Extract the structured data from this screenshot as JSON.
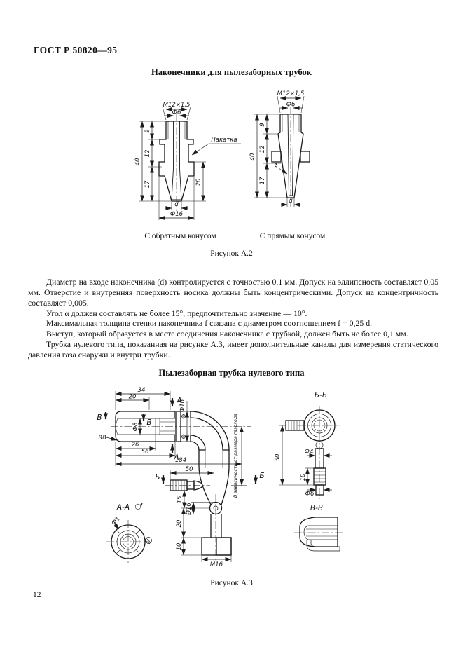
{
  "page": {
    "header": "ГОСТ Р 50820—95",
    "page_number": "12"
  },
  "figure_a2": {
    "title": "Наконечники для пылезаборных трубок",
    "figure_label": "Рисунок А.2",
    "caption_left": "С обратным конусом",
    "caption_right": "С прямым конусом",
    "left": {
      "thread": "М12×1,5",
      "bore_dia": "Ф6",
      "knurl": "Накатка",
      "len_total": "40",
      "len_thread": "9",
      "len_neck": "12",
      "len_cone": "17",
      "len_right": "20",
      "tip_dia": "d",
      "outer_dia": "Ф16"
    },
    "right": {
      "thread": "М12×1,5",
      "bore_dia": "Ф6",
      "len_total": "40",
      "len_thread": "9",
      "len_neck": "12",
      "len_cone": "17",
      "angle": "α",
      "tip_dia": "d"
    }
  },
  "paragraphs": [
    "Диаметр на входе наконечника (d) контролируется с точностью 0,1 мм. Допуск на эллипсность составляет 0,05 мм. Отверстие и внутренняя поверхность носика должны быть концентрическими. Допуск на концентричность составляет 0,005.",
    "Угол α должен составлять не более 15°, предпочтительно значение — 10°.",
    "Максимальная толщина стенки наконечника f связана с диаметром соотношением f = 0,25 d.",
    "Выступ, который образуется в месте соединения наконечника с трубкой, должен быть не более 0,1 мм.",
    "Трубка нулевого типа, показанная на рисунке А.3, имеет дополнительные каналы для измерения статического давления газа снаружи и внутри трубки."
  ],
  "figure_a3": {
    "title": "Пылезаборная трубка нулевого типа",
    "figure_label": "Рисунок А.3",
    "main_view": {
      "dim_34": "34",
      "dim_20": "20",
      "dim_26": "26",
      "dim_56": "56",
      "dim_184": "184",
      "dim_50": "50",
      "dim_15": "15",
      "dim_d16": "Ø16",
      "dim_20b": "20",
      "dim_10": "10",
      "thread_m16": "М16",
      "dia_16": "Ф16",
      "dia_8": "Ф8",
      "radius": "R8",
      "depends_note": "В зависимости от размера газохода",
      "mark_a": "А",
      "mark_b": "Б",
      "mark_v": "В"
    },
    "section_bb": {
      "title": "Б-Б",
      "dim_50": "50",
      "dia_4": "Ф4",
      "dim_10": "10",
      "dia_6": "Ф6"
    },
    "section_aa": {
      "title": "А-А",
      "dia_1": "Ф1"
    },
    "section_vv": {
      "title": "В-В"
    }
  }
}
